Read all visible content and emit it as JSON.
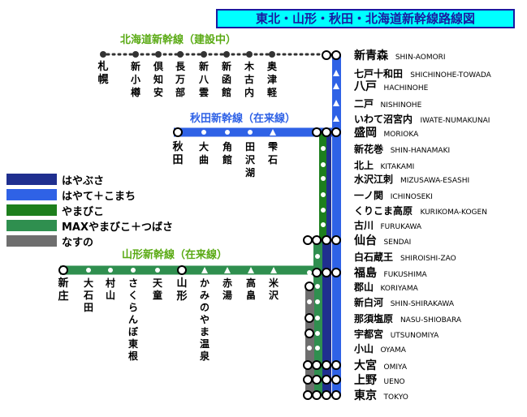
{
  "title": "東北・山形・秋田・北海道新幹線路線図",
  "colors": {
    "hayabusa": "#1f2f8f",
    "hayate": "#2f62e6",
    "yamabiko": "#1d7f1d",
    "max": "#2f8f4f",
    "nasuno": "#6e6e6e",
    "akita_label": "#2f62e6",
    "green_label": "#5aaa14",
    "title_bg": "#00ffff",
    "title_fg": "#1a1aa0"
  },
  "legend": [
    {
      "key": "hayabusa",
      "label": "はやぶさ"
    },
    {
      "key": "hayate",
      "label": "はやて＋こまち"
    },
    {
      "key": "yamabiko",
      "label": "やまびこ"
    },
    {
      "key": "max",
      "label": "MAXやまびこ＋つばさ"
    },
    {
      "key": "nasuno",
      "label": "なすの"
    }
  ],
  "hokkaido": {
    "label": "北海道新幹線（建設中）",
    "terminal": "札幌",
    "stations": [
      "新小樽",
      "倶知安",
      "長万部",
      "新八雲",
      "新函館",
      "木古内",
      "奥津軽"
    ]
  },
  "akita": {
    "label": "秋田新幹線（在来線）",
    "terminal": "秋田",
    "stations": [
      "大曲",
      "角館",
      "田沢湖",
      "雫石"
    ]
  },
  "yamagata": {
    "label": "山形新幹線（在来線）",
    "terminal": "新庄",
    "stations": [
      "大石田",
      "村山",
      "さくらんぼ東根",
      "天童",
      "山形",
      "かみのやま温泉",
      "赤湯",
      "高畠",
      "米沢"
    ]
  },
  "tohoku": [
    {
      "name": "新青森",
      "romaji": "SHIN-AOMORI",
      "major": true
    },
    {
      "name": "七戸十和田",
      "romaji": "SHICHINOHE-TOWADA",
      "major": false
    },
    {
      "name": "八戸",
      "romaji": "HACHINOHE",
      "major": true
    },
    {
      "name": "二戸",
      "romaji": "NISHINOHE",
      "major": false
    },
    {
      "name": "いわて沼宮内",
      "romaji": "IWATE-NUMAKUNAI",
      "major": false
    },
    {
      "name": "盛岡",
      "romaji": "MORIOKA",
      "major": true
    },
    {
      "name": "新花巻",
      "romaji": "SHIN-HANAMAKI",
      "major": false
    },
    {
      "name": "北上",
      "romaji": "KITAKAMI",
      "major": false
    },
    {
      "name": "水沢江刺",
      "romaji": "MIZUSAWA-ESASHI",
      "major": false
    },
    {
      "name": "一ノ関",
      "romaji": "ICHINOSEKI",
      "major": false
    },
    {
      "name": "くりこま高原",
      "romaji": "KURIKOMA-KOGEN",
      "major": false
    },
    {
      "name": "古川",
      "romaji": "FURUKAWA",
      "major": false
    },
    {
      "name": "仙台",
      "romaji": "SENDAI",
      "major": true
    },
    {
      "name": "白石蔵王",
      "romaji": "SHIROISHI-ZAO",
      "major": false
    },
    {
      "name": "福島",
      "romaji": "FUKUSHIMA",
      "major": true
    },
    {
      "name": "郡山",
      "romaji": "KORIYAMA",
      "major": false
    },
    {
      "name": "新白河",
      "romaji": "SHIN-SHIRAKAWA",
      "major": false
    },
    {
      "name": "那須塩原",
      "romaji": "NASU-SHIOBARA",
      "major": false
    },
    {
      "name": "宇都宮",
      "romaji": "UTSUNOMIYA",
      "major": false
    },
    {
      "name": "小山",
      "romaji": "OYAMA",
      "major": false
    },
    {
      "name": "大宮",
      "romaji": "OMIYA",
      "major": true
    },
    {
      "name": "上野",
      "romaji": "UENO",
      "major": true
    },
    {
      "name": "東京",
      "romaji": "TOKYO",
      "major": true
    }
  ]
}
